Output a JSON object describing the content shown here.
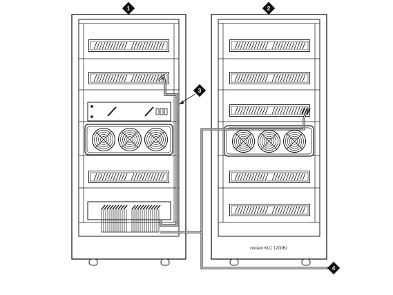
{
  "diagram": {
    "callouts": [
      {
        "id": "1",
        "label": "1"
      },
      {
        "id": "2",
        "label": "2"
      },
      {
        "id": "3",
        "label": "3"
      },
      {
        "id": "4",
        "label": "4"
      }
    ],
    "right_cabinet_label": "coolant KLC 1200Bz"
  },
  "colors": {
    "stroke": "#1a1a1a",
    "background": "#ffffff",
    "callout_fill": "#111111",
    "callout_text": "#ffffff"
  }
}
